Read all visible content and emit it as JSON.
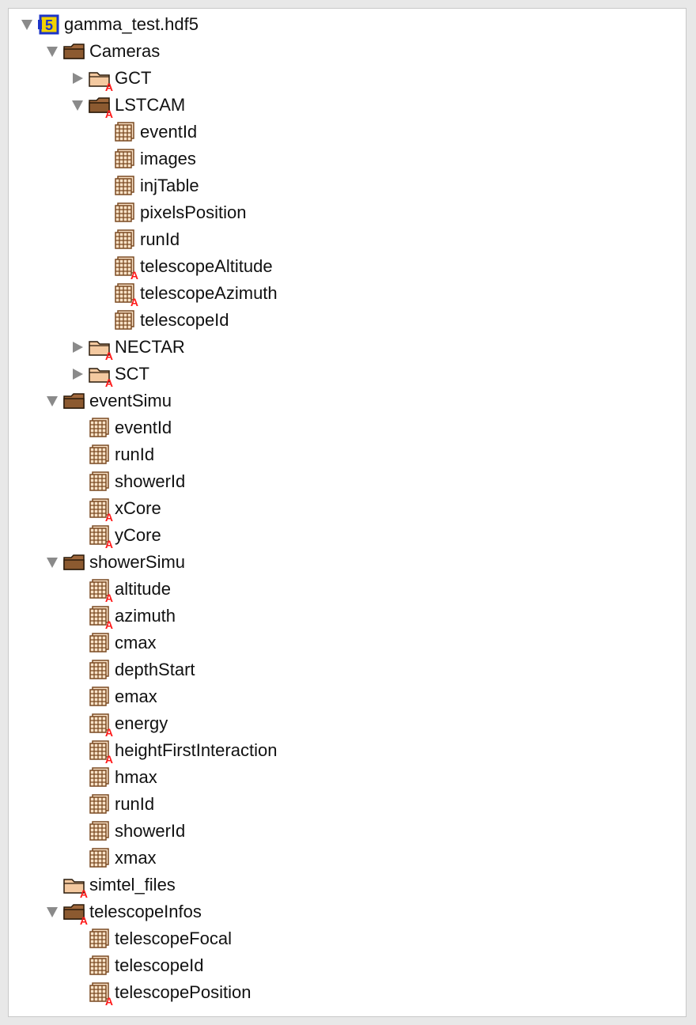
{
  "tree": {
    "rows": [
      {
        "label": "gamma_test.hdf5",
        "depth": 0,
        "toggle": "expanded",
        "icon": "hdf5-file-icon",
        "attr": false
      },
      {
        "label": "Cameras",
        "depth": 1,
        "toggle": "expanded",
        "icon": "folder-open-icon",
        "attr": false
      },
      {
        "label": "GCT",
        "depth": 2,
        "toggle": "collapsed",
        "icon": "folder-closed-icon",
        "attr": true
      },
      {
        "label": "LSTCAM",
        "depth": 2,
        "toggle": "expanded",
        "icon": "folder-open-icon",
        "attr": true
      },
      {
        "label": "eventId",
        "depth": 3,
        "toggle": "none",
        "icon": "dataset-icon",
        "attr": false
      },
      {
        "label": "images",
        "depth": 3,
        "toggle": "none",
        "icon": "dataset-icon",
        "attr": false
      },
      {
        "label": "injTable",
        "depth": 3,
        "toggle": "none",
        "icon": "dataset-icon",
        "attr": false
      },
      {
        "label": "pixelsPosition",
        "depth": 3,
        "toggle": "none",
        "icon": "dataset-icon",
        "attr": false
      },
      {
        "label": "runId",
        "depth": 3,
        "toggle": "none",
        "icon": "dataset-icon",
        "attr": false
      },
      {
        "label": "telescopeAltitude",
        "depth": 3,
        "toggle": "none",
        "icon": "dataset-icon",
        "attr": true
      },
      {
        "label": "telescopeAzimuth",
        "depth": 3,
        "toggle": "none",
        "icon": "dataset-icon",
        "attr": true
      },
      {
        "label": "telescopeId",
        "depth": 3,
        "toggle": "none",
        "icon": "dataset-icon",
        "attr": false
      },
      {
        "label": "NECTAR",
        "depth": 2,
        "toggle": "collapsed",
        "icon": "folder-closed-icon",
        "attr": true
      },
      {
        "label": "SCT",
        "depth": 2,
        "toggle": "collapsed",
        "icon": "folder-closed-icon",
        "attr": true
      },
      {
        "label": "eventSimu",
        "depth": 1,
        "toggle": "expanded",
        "icon": "folder-open-icon",
        "attr": false
      },
      {
        "label": "eventId",
        "depth": 2,
        "toggle": "none",
        "icon": "dataset-icon",
        "attr": false
      },
      {
        "label": "runId",
        "depth": 2,
        "toggle": "none",
        "icon": "dataset-icon",
        "attr": false
      },
      {
        "label": "showerId",
        "depth": 2,
        "toggle": "none",
        "icon": "dataset-icon",
        "attr": false
      },
      {
        "label": "xCore",
        "depth": 2,
        "toggle": "none",
        "icon": "dataset-icon",
        "attr": true
      },
      {
        "label": "yCore",
        "depth": 2,
        "toggle": "none",
        "icon": "dataset-icon",
        "attr": true
      },
      {
        "label": "showerSimu",
        "depth": 1,
        "toggle": "expanded",
        "icon": "folder-open-icon",
        "attr": false
      },
      {
        "label": "altitude",
        "depth": 2,
        "toggle": "none",
        "icon": "dataset-icon",
        "attr": true
      },
      {
        "label": "azimuth",
        "depth": 2,
        "toggle": "none",
        "icon": "dataset-icon",
        "attr": true
      },
      {
        "label": "cmax",
        "depth": 2,
        "toggle": "none",
        "icon": "dataset-icon",
        "attr": false
      },
      {
        "label": "depthStart",
        "depth": 2,
        "toggle": "none",
        "icon": "dataset-icon",
        "attr": false
      },
      {
        "label": "emax",
        "depth": 2,
        "toggle": "none",
        "icon": "dataset-icon",
        "attr": false
      },
      {
        "label": "energy",
        "depth": 2,
        "toggle": "none",
        "icon": "dataset-icon",
        "attr": true
      },
      {
        "label": "heightFirstInteraction",
        "depth": 2,
        "toggle": "none",
        "icon": "dataset-icon",
        "attr": true
      },
      {
        "label": "hmax",
        "depth": 2,
        "toggle": "none",
        "icon": "dataset-icon",
        "attr": false
      },
      {
        "label": "runId",
        "depth": 2,
        "toggle": "none",
        "icon": "dataset-icon",
        "attr": false
      },
      {
        "label": "showerId",
        "depth": 2,
        "toggle": "none",
        "icon": "dataset-icon",
        "attr": false
      },
      {
        "label": "xmax",
        "depth": 2,
        "toggle": "none",
        "icon": "dataset-icon",
        "attr": false
      },
      {
        "label": "simtel_files",
        "depth": 1,
        "toggle": "none",
        "icon": "folder-closed-icon",
        "attr": true
      },
      {
        "label": "telescopeInfos",
        "depth": 1,
        "toggle": "expanded",
        "icon": "folder-open-icon",
        "attr": true
      },
      {
        "label": "telescopeFocal",
        "depth": 2,
        "toggle": "none",
        "icon": "dataset-icon",
        "attr": false
      },
      {
        "label": "telescopeId",
        "depth": 2,
        "toggle": "none",
        "icon": "dataset-icon",
        "attr": false
      },
      {
        "label": "telescopePosition",
        "depth": 2,
        "toggle": "none",
        "icon": "dataset-icon",
        "attr": true
      }
    ]
  },
  "attribute_badge": "A",
  "colors": {
    "folder_fill": "#a0683c",
    "folder_open_fill": "#f4c9a0",
    "dataset_stroke": "#7a4a22",
    "attr_badge": "#ff1a1a",
    "file_icon_bg": "#f2d200",
    "file_icon_frame": "#1c34c8",
    "toggle_triangle": "#8a8a8a"
  }
}
